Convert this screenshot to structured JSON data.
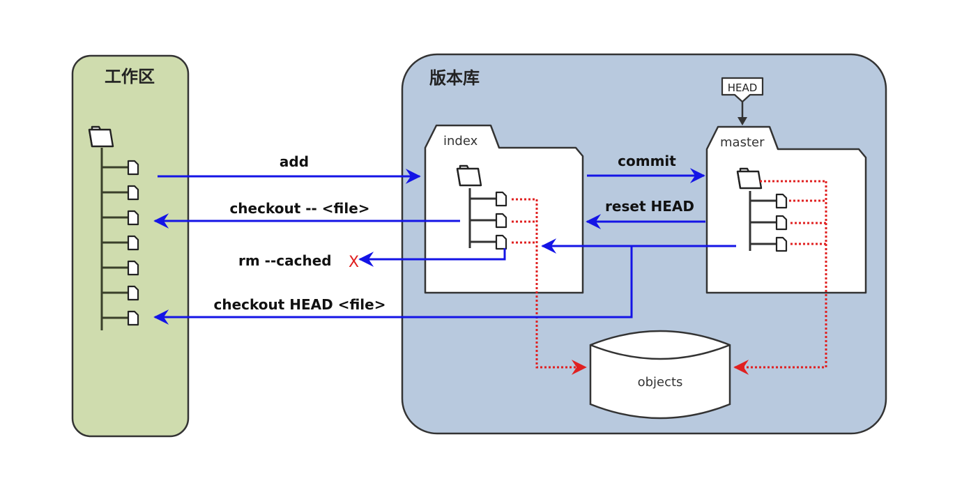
{
  "working_dir": {
    "title": "工作区",
    "bg_color": "#cfdcae",
    "file_count": 7
  },
  "repository": {
    "title": "版本库",
    "bg_color": "#b8c9de",
    "index": {
      "label": "index",
      "file_count": 3
    },
    "master": {
      "label": "master",
      "file_count": 3
    },
    "head_pointer": {
      "label": "HEAD"
    },
    "objects": {
      "label": "objects"
    }
  },
  "commands": {
    "add": "add",
    "checkout_file": "checkout -- <file>",
    "rm_cached": "rm --cached",
    "rm_cached_mark": "X",
    "checkout_head_file": "checkout HEAD <file>",
    "commit": "commit",
    "reset_head": "reset HEAD"
  },
  "colors": {
    "arrow_blue": "#1414e6",
    "link_red": "#e02020"
  }
}
